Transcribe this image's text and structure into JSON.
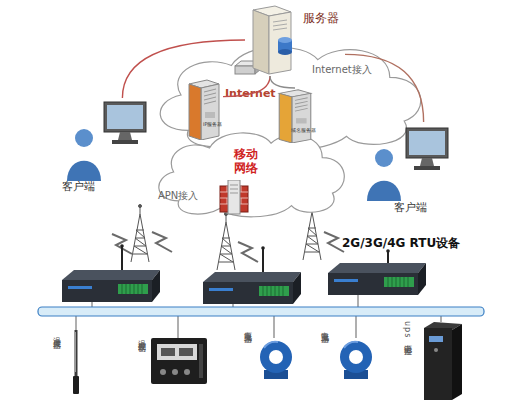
{
  "diagram": {
    "nodes": [
      {
        "text": [
          "服务器"
        ]
      },
      {
        "text": [
          "Internet"
        ]
      },
      {
        "text": [
          "IP服务器"
        ],
        "in": 1
      },
      {
        "text": [
          "域名服务器"
        ],
        "in": 1
      },
      {
        "text": [
          "移动网络"
        ]
      },
      {
        "text": [
          "客户端"
        ]
      },
      {
        "text": [
          "客户端"
        ]
      },
      {
        "text": [
          "温度传感器"
        ]
      },
      {
        "text": [
          "温度控制器"
        ]
      },
      {
        "text": [
          "电压互感器"
        ]
      },
      {
        "text": [
          "电流互感器"
        ]
      },
      {
        "text": [
          "ups电源监控"
        ]
      }
    ],
    "edges": [
      {
        "from": 5,
        "to": 0,
        "arrow": "none"
      },
      {
        "from": 6,
        "to": 0,
        "arrow": "none"
      },
      {
        "from": 0,
        "to": 2,
        "arrow": "none"
      },
      {
        "from": 0,
        "to": 3,
        "arrow": "none"
      }
    ],
    "labels": [
      "Internet接入",
      "APN接入",
      "2G/3G/4G RTU设备"
    ]
  }
}
